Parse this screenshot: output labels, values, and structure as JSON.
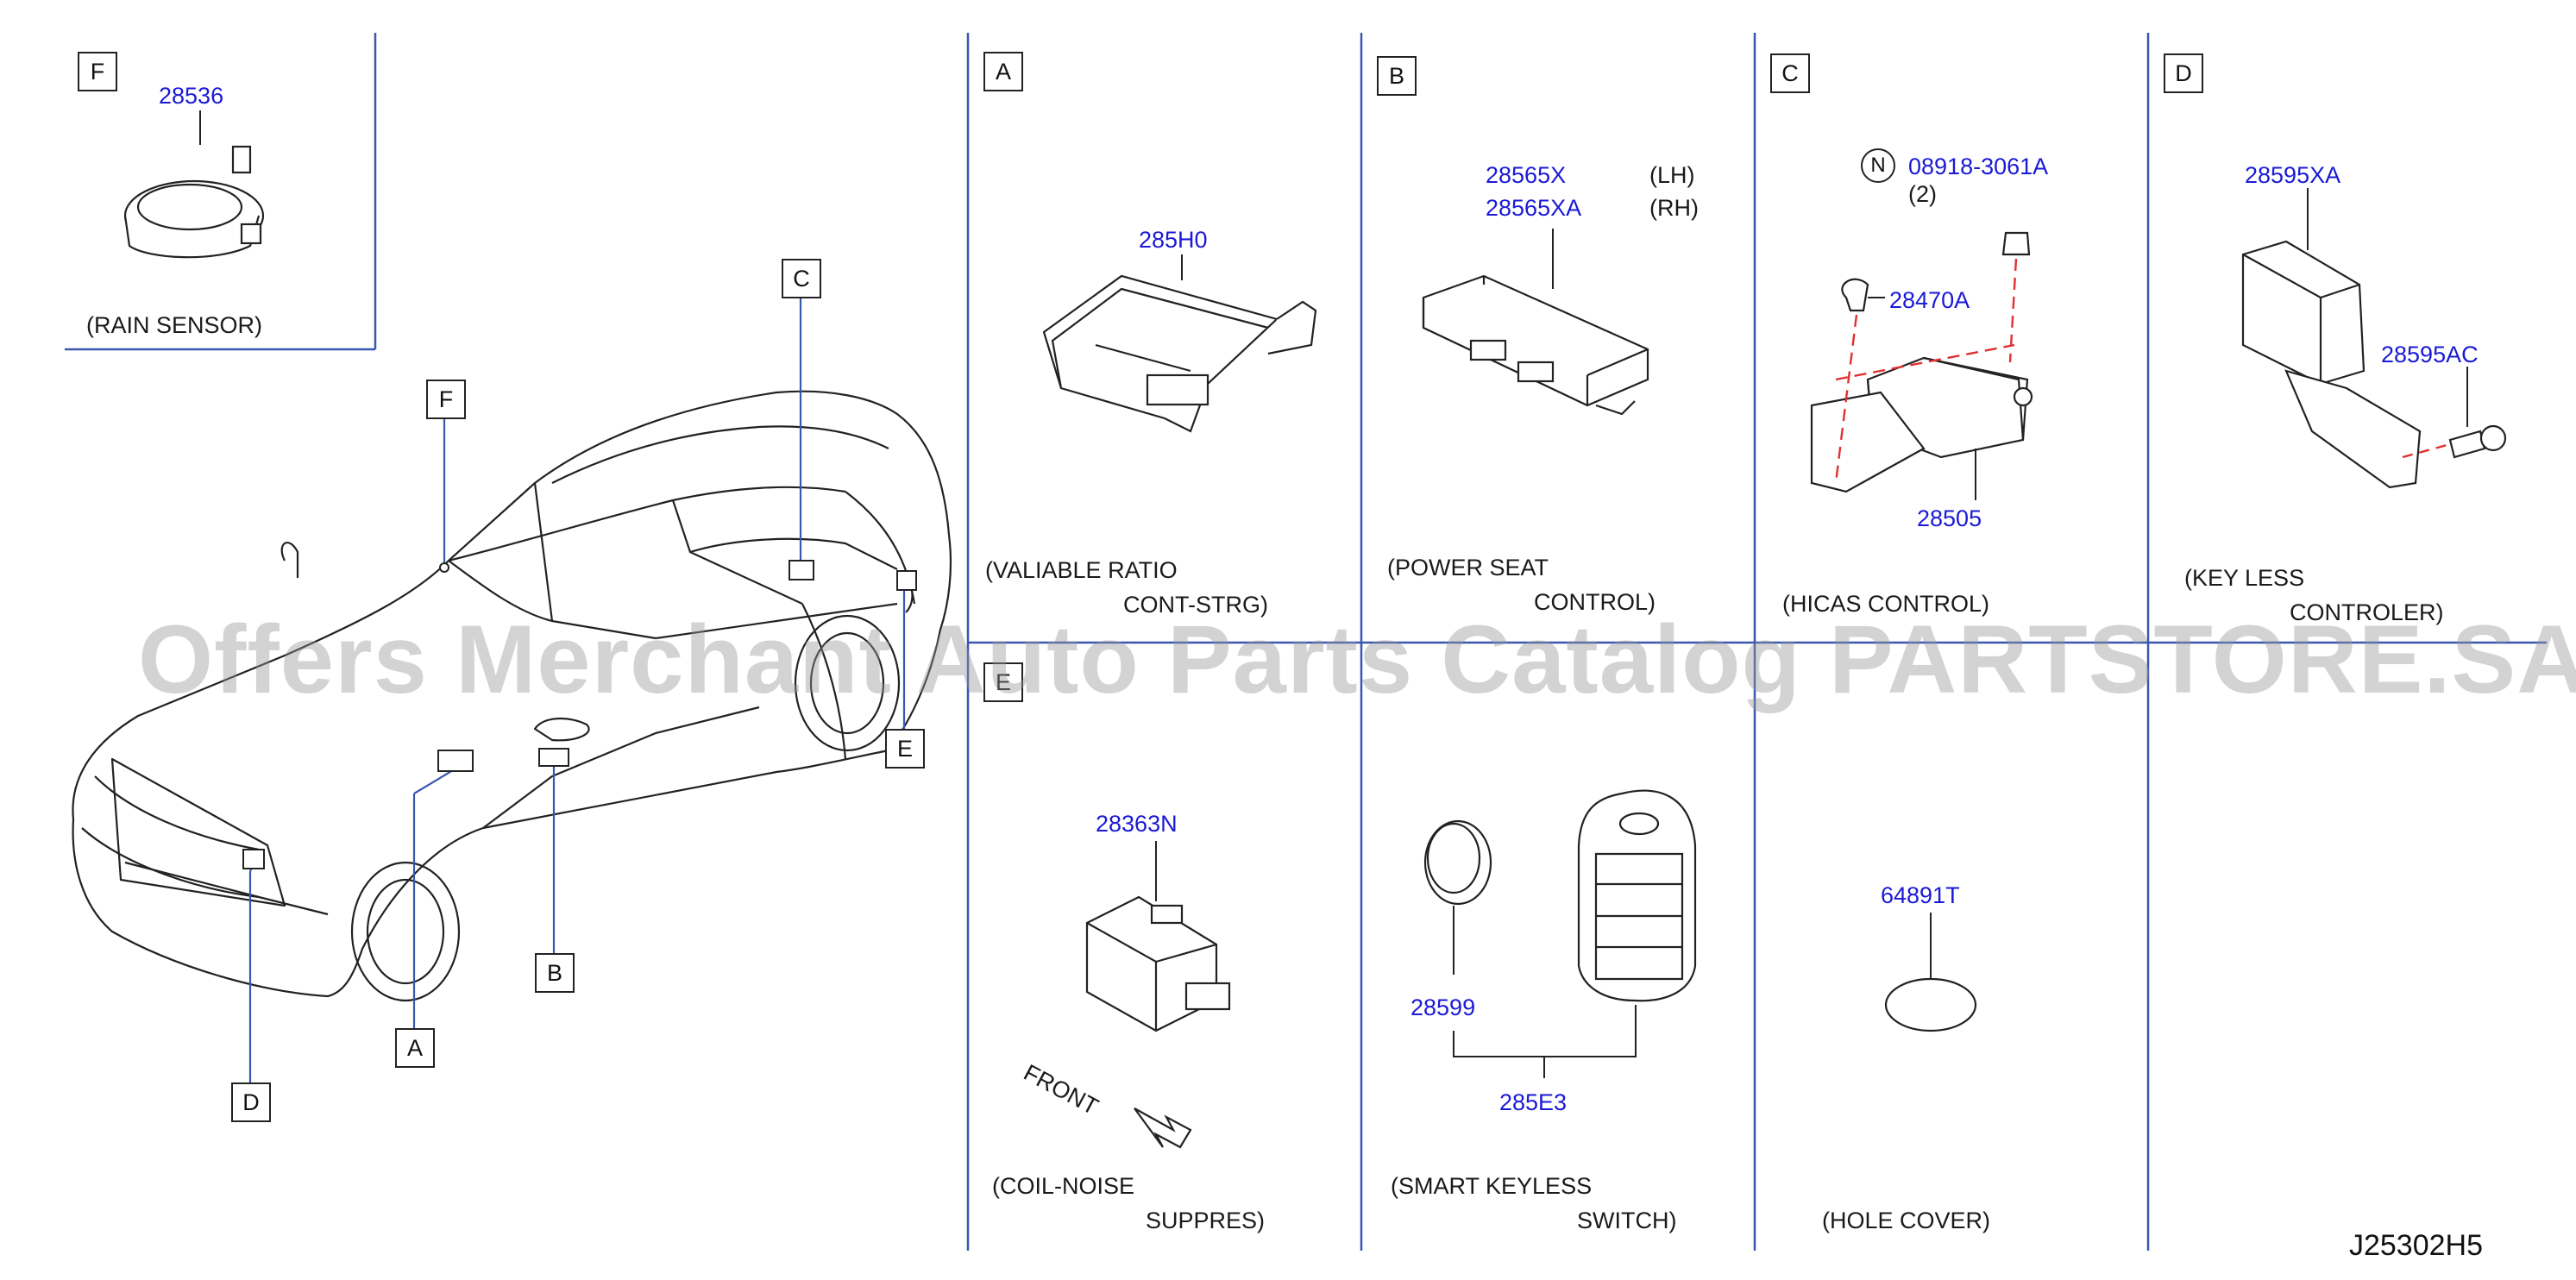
{
  "boxes": {
    "f_top": "F",
    "a": "A",
    "b": "B",
    "c": "C",
    "d": "D",
    "e": "E"
  },
  "car_callouts": {
    "c": "C",
    "f": "F",
    "e": "E",
    "b": "B",
    "a": "A",
    "d": "D"
  },
  "section_f": {
    "part_no": "28536",
    "caption": "(RAIN   SENSOR)"
  },
  "section_a": {
    "part_no": "285H0",
    "caption_line1": "(VALIABLE   RATIO",
    "caption_line2": "CONT-STRG)"
  },
  "section_b": {
    "part_no_1": "28565X",
    "side_1": "(LH)",
    "part_no_2": "28565XA",
    "side_2": "(RH)",
    "caption_line1": "(POWER   SEAT",
    "caption_line2": "CONTROL)"
  },
  "section_c": {
    "n_symbol": "N",
    "bolt_no": "08918-3061A",
    "bolt_qty": "(2)",
    "part_no_clip": "28470A",
    "part_no_unit": "28505",
    "caption": "(HICAS   CONTROL)"
  },
  "section_d": {
    "part_no_unit": "28595XA",
    "part_no_bracket": "28595AC",
    "caption_line1": "(KEY    LESS",
    "caption_line2": "CONTROLER)"
  },
  "section_e": {
    "part_no": "28363N",
    "front_label": "FRONT",
    "caption_line1": "(COIL-NOISE",
    "caption_line2": "SUPPRES)"
  },
  "section_keyless": {
    "part_no_battery": "28599",
    "part_no_switch": "285E3",
    "caption_line1": "(SMART   KEYLESS",
    "caption_line2": "SWITCH)"
  },
  "section_hole": {
    "part_no": "64891T",
    "caption": "(HOLE    COVER)"
  },
  "watermark": "Offers Merchant Auto Parts Catalog PARTSTORE.SA",
  "diagram_code": "J25302H5",
  "colors": {
    "line": "#2f4fa8",
    "part_number": "#1a1ad6",
    "dashed": "#e03030"
  }
}
